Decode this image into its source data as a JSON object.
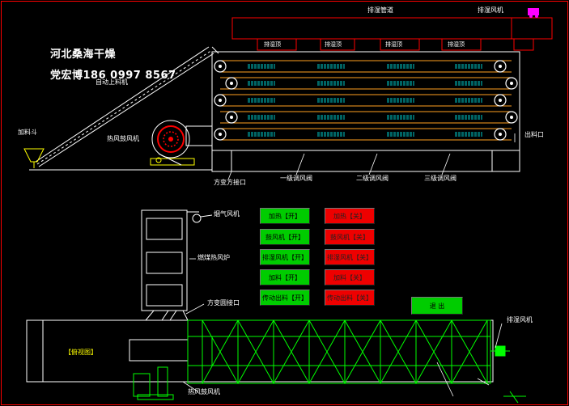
{
  "watermark": {
    "company": "河北桑海干燥",
    "contact": "党宏博186 0997 8567"
  },
  "labels": {
    "exhaust_pipe": "排湿管道",
    "exhaust_fan_top": "排湿风机",
    "exhaust_cap": "排湿顶",
    "auto_feeder": "自动上料机",
    "hopper": "加料斗",
    "hot_air_fan_top": "热风鼓风机",
    "discharge": "出料口",
    "square_round_top": "方变方接口",
    "valve_1": "一级调风阀",
    "valve_2": "二级调风阀",
    "valve_3": "三级调风阀",
    "flue_fan": "烟气风机",
    "coal_furnace": "燃煤热风炉",
    "square_round_bottom": "方变圆接口",
    "exhaust_fan_bottom": "排湿风机",
    "top_view": "【俯视图】",
    "hot_air_fan_bottom": "热风鼓风机"
  },
  "controls": [
    {
      "on": "加热【开】",
      "off": "加热【关】"
    },
    {
      "on": "鼓风机【开】",
      "off": "鼓风机【关】"
    },
    {
      "on": "排湿风机【开】",
      "off": "排湿风机【关】"
    },
    {
      "on": "加料【开】",
      "off": "加料【关】"
    },
    {
      "on": "传动出料【开】",
      "off": "传动出料【关】"
    }
  ],
  "exit_label": "退 出",
  "colors": {
    "frame": "#ff0000",
    "structure": "#ffffff",
    "machine": "#00ff00",
    "belt": "#ffa020",
    "mesh": "#00a0a0",
    "on": "#00cc00",
    "off": "#ee0000"
  }
}
